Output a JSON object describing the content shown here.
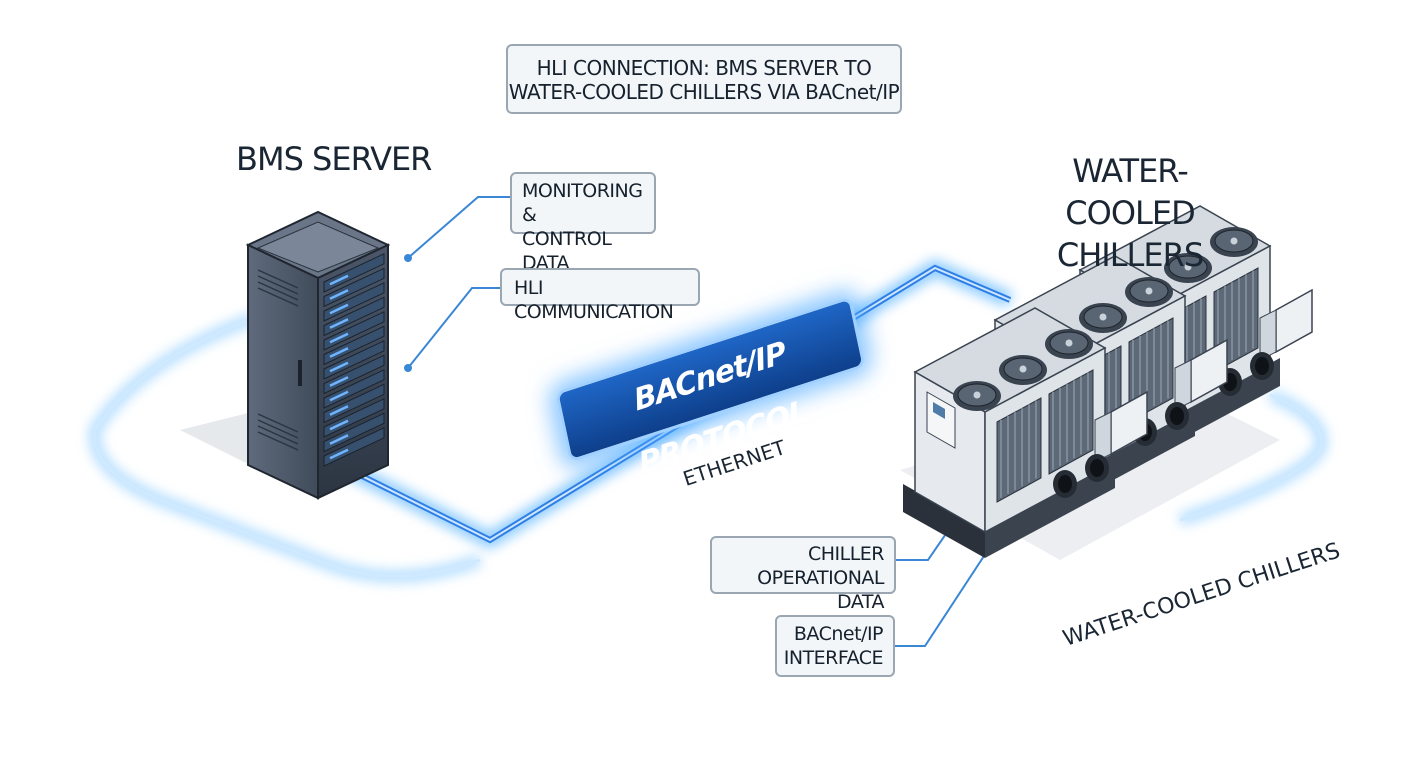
{
  "diagram": {
    "title_line1": "HLI CONNECTION: BMS SERVER TO",
    "title_line2": "WATER-COOLED CHILLERS VIA BACnet/IP",
    "server": {
      "title": "BMS SERVER"
    },
    "chillers": {
      "title_line1": "WATER-COOLED",
      "title_line2": "CHILLERS",
      "lower_label": "WATER-COOLED CHILLERS"
    },
    "callouts": {
      "monitoring_line1": "MONITORING &",
      "monitoring_line2": "CONTROL DATA",
      "hli": "HLI COMMUNICATION",
      "chiller_data_line1": "CHILLER",
      "chiller_data_line2": "OPERATIONAL DATA",
      "interface_line1": "BACnet/IP",
      "interface_line2": "INTERFACE"
    },
    "link": {
      "protocol": "BACnet/IP PROTOCOL",
      "medium": "ETHERNET"
    },
    "colors": {
      "link_blue": "#2f7fe6",
      "glow": "#7cc4ff",
      "rack_dark": "#3a4656",
      "chiller_body": "#e6eaee",
      "frame_dark": "#2b313a"
    }
  }
}
